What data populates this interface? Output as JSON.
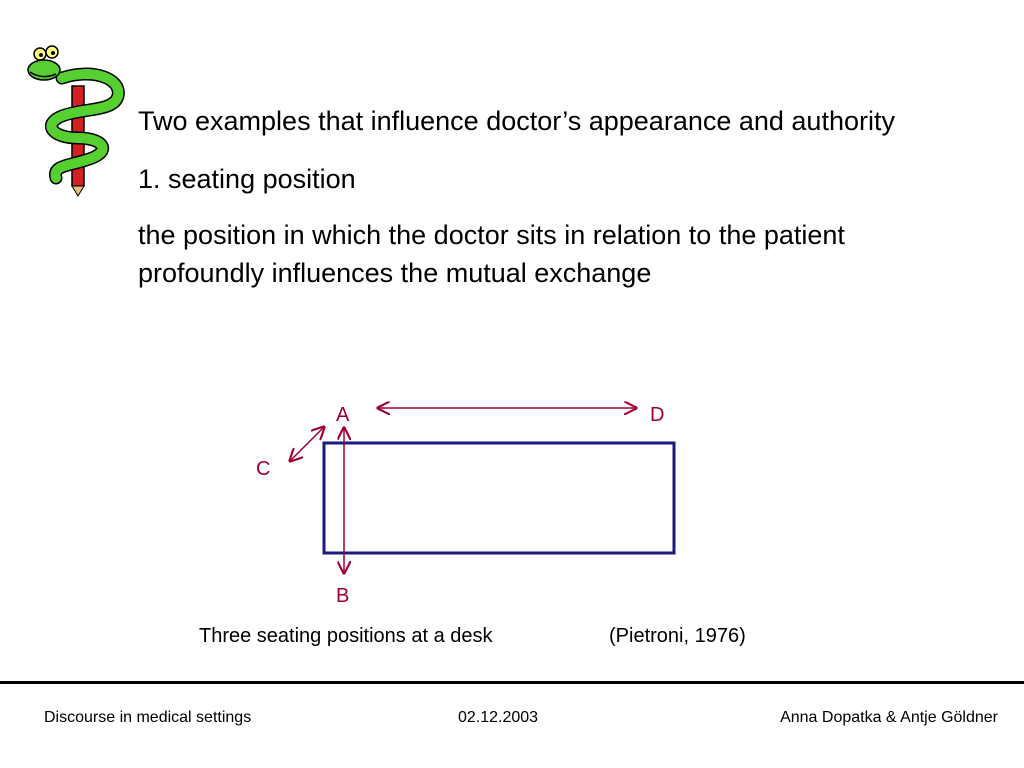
{
  "slide": {
    "heading_line": "Two examples that influence doctor’s appearance and authority",
    "point_title": "1. seating position",
    "point_body": "the position in which the doctor sits in relation to the patient profoundly influences the mutual exchange"
  },
  "diagram": {
    "labels": {
      "a": "A",
      "b": "B",
      "c": "C",
      "d": "D"
    },
    "colors": {
      "desk": "#1a1a80",
      "arrows": "#a00030"
    },
    "caption_main": "Three seating positions at a desk",
    "caption_source": "(Pietroni, 1976)"
  },
  "footer": {
    "left": "Discourse in medical settings",
    "center": "02.12.2003",
    "right": "Anna Dopatka & Antje Göldner"
  },
  "icons": {
    "logo": "snake-staff-icon"
  }
}
